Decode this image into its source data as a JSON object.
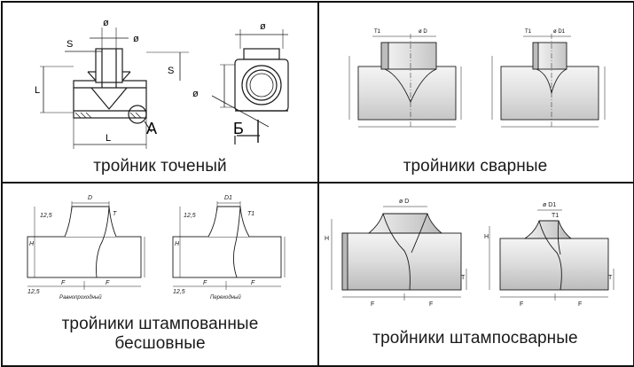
{
  "panels": [
    {
      "id": "turned",
      "caption": [
        "тройник точеный"
      ],
      "labels": {
        "s_top": "S",
        "diam1": "ø",
        "diam2": "ø",
        "s_side": "S",
        "l_left": "L",
        "l_bottom": "L",
        "d_right": "ø",
        "sec_a": "А",
        "sec_b": "Б",
        "d_small": "ø"
      }
    },
    {
      "id": "welded",
      "caption": [
        "тройники сварные"
      ],
      "labels": {
        "t1a": "T1",
        "d1a": "ø D",
        "t1b": "T1",
        "d1b": "ø D1"
      }
    },
    {
      "id": "stamped-seamless",
      "caption": [
        "тройники штампованные",
        "бесшовные"
      ],
      "labels": {
        "r1": "12,5",
        "d1": "D",
        "t1": "T",
        "h1": "H",
        "r2": "12,5",
        "f1": "F",
        "f2": "F",
        "sub1": "Равнопроходный",
        "r3": "12,5",
        "d2": "D1",
        "t2": "T1",
        "h2": "H",
        "r4": "12,5",
        "f3": "F",
        "f4": "F",
        "sub2": "Переходный"
      }
    },
    {
      "id": "stamp-welded",
      "caption": [
        "тройники штампосварные"
      ],
      "labels": {
        "da": "ø D",
        "h1": "H",
        "f1": "F",
        "f2": "F",
        "t1": "T",
        "db": "ø D1",
        "t2": "T1",
        "h2": "H",
        "f3": "F",
        "f4": "F",
        "t3": "T"
      }
    }
  ],
  "colors": {
    "line": "#1a1a1a",
    "pipe_fill": "#e4e4e4",
    "pipe_shade": "#c8c8c8",
    "border": "#111111"
  }
}
